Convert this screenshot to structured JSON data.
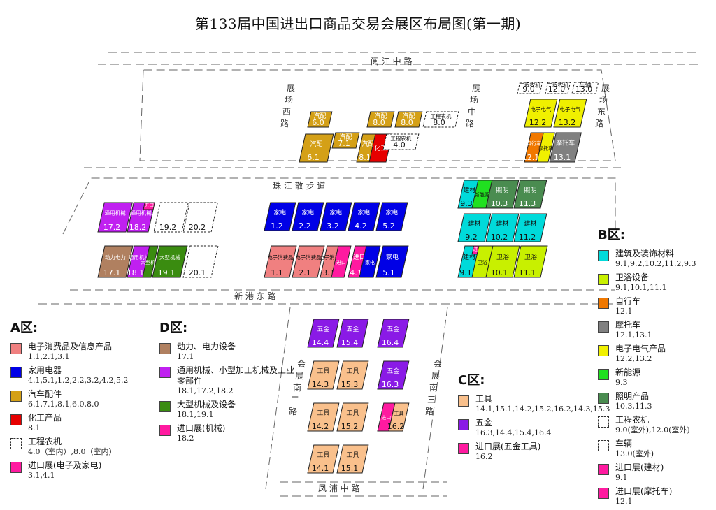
{
  "title": "第133届中国进出口商品交易会展区布局图(第一期)",
  "colors": {
    "consumer_elec": "#f08080",
    "appliance": "#0000e6",
    "auto": "#d4a017",
    "chem": "#e60000",
    "import_pink": "#ff1aa0",
    "power": "#b08060",
    "machinery": "#c020f0",
    "heavy": "#3a8c10",
    "tool": "#f9c08c",
    "hardware": "#8a1ae6",
    "building": "#00dada",
    "bath": "#c8f000",
    "bicycle": "#f07800",
    "moto": "#808080",
    "elec_goods": "#f0f000",
    "newenergy": "#20e020",
    "lighting": "#4a8c50"
  },
  "roads": {
    "top": "阅 江 中 路",
    "west": "展场西路",
    "mid": "展场中路",
    "east": "展场东路",
    "promenade": "珠 江 散 步 道",
    "xingang": "新 港 东 路",
    "south2": "会展南二路",
    "south3": "会展南三路",
    "bottom": "凤 浦 中 路"
  },
  "booths": {
    "a_top": [
      {
        "label": "汽配",
        "num": "6.0",
        "color": "auto"
      },
      {
        "label": "汽配",
        "num": "7.1",
        "color": "auto"
      },
      {
        "label": "汽配",
        "num": "8.0",
        "color": "auto"
      },
      {
        "label": "汽配",
        "num": "8.0",
        "color": "auto"
      },
      {
        "label": "工程农机",
        "num": "8.0",
        "color": "none"
      },
      {
        "label": "汽配",
        "num": "6.1",
        "color": "auto"
      },
      {
        "label": "汽配",
        "num": "8.1",
        "color": "auto"
      },
      {
        "label": "化工",
        "num": "",
        "color": "chem"
      },
      {
        "label": "工程农机",
        "num": "4.0",
        "color": "none"
      }
    ],
    "a_main": [
      {
        "label": "家电",
        "num": "1.2",
        "color": "appliance"
      },
      {
        "label": "家电",
        "num": "2.2",
        "color": "appliance"
      },
      {
        "label": "家电",
        "num": "3.2",
        "color": "appliance"
      },
      {
        "label": "家电",
        "num": "4.2",
        "color": "appliance"
      },
      {
        "label": "家电",
        "num": "5.2",
        "color": "appliance"
      },
      {
        "label": "电子消费品",
        "num": "1.1",
        "color": "consumer_elec"
      },
      {
        "label": "电子消费品",
        "num": "2.1",
        "color": "consumer_elec"
      },
      {
        "label": "电子消费品",
        "num": "3.1",
        "color": "consumer_elec"
      },
      {
        "label": "进口",
        "num": "",
        "color": "import_pink"
      },
      {
        "label": "进口",
        "num": "4.1",
        "color": "import_pink"
      },
      {
        "label": "家电",
        "num": "",
        "color": "appliance"
      },
      {
        "label": "家电",
        "num": "5.1",
        "color": "appliance"
      }
    ],
    "d": [
      {
        "label": "通用机械",
        "num": "17.2",
        "color": "machinery"
      },
      {
        "label": "通用机械",
        "num": "18.2",
        "color": "machinery"
      },
      {
        "label": "进口",
        "num": "",
        "color": "import_pink"
      },
      {
        "label": "",
        "num": "19.2",
        "color": "none"
      },
      {
        "label": "",
        "num": "20.2",
        "color": "none"
      },
      {
        "label": "动力电力",
        "num": "17.1",
        "color": "power"
      },
      {
        "label": "通用机械",
        "num": "18.1",
        "color": "machinery"
      },
      {
        "label": "大型机械",
        "num": "",
        "color": "heavy"
      },
      {
        "label": "大型机械",
        "num": "19.1",
        "color": "heavy"
      },
      {
        "label": "",
        "num": "20.1",
        "color": "none"
      }
    ],
    "b_top": [
      {
        "label": "工程农机",
        "num": "9.0",
        "color": "none"
      },
      {
        "label": "工程农机",
        "num": "12.0",
        "color": "none"
      },
      {
        "label": "车辆",
        "num": "13.0",
        "color": "none"
      },
      {
        "label": "电子电气",
        "num": "12.2",
        "color": "elec_goods"
      },
      {
        "label": "电子电气",
        "num": "13.2",
        "color": "elec_goods"
      },
      {
        "label": "自行车",
        "num": "12.1",
        "color": "bicycle"
      },
      {
        "label": "摩托车",
        "num": "",
        "color": "elec_goods"
      },
      {
        "label": "摩托车",
        "num": "13.1",
        "color": "moto"
      }
    ],
    "b_main": [
      {
        "label": "建材",
        "num": "9.3",
        "color": "building"
      },
      {
        "label": "新能源",
        "num": "",
        "color": "newenergy"
      },
      {
        "label": "照明",
        "num": "10.3",
        "color": "lighting"
      },
      {
        "label": "照明",
        "num": "11.3",
        "color": "lighting"
      },
      {
        "label": "建材",
        "num": "9.2",
        "color": "building"
      },
      {
        "label": "建材",
        "num": "10.2",
        "color": "building"
      },
      {
        "label": "建材",
        "num": "11.2",
        "color": "building"
      },
      {
        "label": "建材",
        "num": "9.1",
        "color": "building"
      },
      {
        "label": "进口",
        "num": "",
        "color": "import_pink"
      },
      {
        "label": "卫浴",
        "num": "",
        "color": "bath"
      },
      {
        "label": "卫浴",
        "num": "10.1",
        "color": "bath"
      },
      {
        "label": "卫浴",
        "num": "11.1",
        "color": "bath"
      }
    ],
    "c": [
      {
        "label": "五金",
        "num": "14.4",
        "color": "hardware"
      },
      {
        "label": "五金",
        "num": "15.4",
        "color": "hardware"
      },
      {
        "label": "五金",
        "num": "16.4",
        "color": "hardware"
      },
      {
        "label": "工具",
        "num": "14.3",
        "color": "tool"
      },
      {
        "label": "工具",
        "num": "15.3",
        "color": "tool"
      },
      {
        "label": "五金",
        "num": "16.3",
        "color": "hardware"
      },
      {
        "label": "工具",
        "num": "14.2",
        "color": "tool"
      },
      {
        "label": "工具",
        "num": "15.2",
        "color": "tool"
      },
      {
        "label": "进口",
        "num": "",
        "color": "import_pink"
      },
      {
        "label": "工具",
        "num": "16.2",
        "color": "tool"
      },
      {
        "label": "工具",
        "num": "14.1",
        "color": "tool"
      },
      {
        "label": "工具",
        "num": "15.1",
        "color": "tool"
      }
    ]
  },
  "legend_a": {
    "heading": "A区:",
    "items": [
      {
        "name": "电子消费品及信息产品",
        "codes": "1.1,2.1,3.1",
        "color": "consumer_elec"
      },
      {
        "name": "家用电器",
        "codes": "4.1,5.1,1.2,2.2,3.2,4.2,5.2",
        "color": "appliance"
      },
      {
        "name": "汽车配件",
        "codes": "6.1,7.1,8.1,6.0,8.0",
        "color": "auto"
      },
      {
        "name": "化工产品",
        "codes": "8.1",
        "color": "chem"
      },
      {
        "name": "工程农机",
        "codes": "4.0（室内）,8.0（室内）",
        "color": "none"
      },
      {
        "name": "进口展(电子及家电)",
        "codes": "3.1,4.1",
        "color": "import_pink"
      }
    ]
  },
  "legend_d": {
    "heading": "D区:",
    "items": [
      {
        "name": "动力、电力设备",
        "codes": "17.1",
        "color": "power"
      },
      {
        "name": "通用机械、小型加工机械及工业零部件",
        "codes": "18.1,17.2,18.2",
        "color": "machinery"
      },
      {
        "name": "大型机械及设备",
        "codes": "18.1,19.1",
        "color": "heavy"
      },
      {
        "name": "进口展(机械)",
        "codes": "18.2",
        "color": "import_pink"
      }
    ]
  },
  "legend_c": {
    "heading": "C区:",
    "items": [
      {
        "name": "工具",
        "codes": "14.1,15.1,14.2,15.2,16.2,14.3,15.3",
        "color": "tool"
      },
      {
        "name": "五金",
        "codes": "16.3,14.4,15.4,16.4",
        "color": "hardware"
      },
      {
        "name": "进口展(五金工具)",
        "codes": "16.2",
        "color": "import_pink"
      }
    ]
  },
  "legend_b": {
    "heading": "B区:",
    "items": [
      {
        "name": "建筑及装饰材料",
        "codes": "9.1,9.2,10.2,11.2,9.3",
        "color": "building"
      },
      {
        "name": "卫浴设备",
        "codes": "9.1,10.1,11.1",
        "color": "bath"
      },
      {
        "name": "自行车",
        "codes": "12.1",
        "color": "bicycle"
      },
      {
        "name": "摩托车",
        "codes": "12.1,13.1",
        "color": "moto"
      },
      {
        "name": "电子电气产品",
        "codes": "12.2,13.2",
        "color": "elec_goods"
      },
      {
        "name": "新能源",
        "codes": "9.3",
        "color": "newenergy"
      },
      {
        "name": "照明产品",
        "codes": "10.3,11.3",
        "color": "lighting"
      },
      {
        "name": "工程农机",
        "codes": "9.0(室外),12.0(室外)",
        "color": "none"
      },
      {
        "name": "车辆",
        "codes": "13.0(室外)",
        "color": "none"
      },
      {
        "name": "进口展(建材)",
        "codes": "9.1",
        "color": "import_pink"
      },
      {
        "name": "进口展(摩托车)",
        "codes": "12.1",
        "color": "import_pink"
      }
    ]
  }
}
